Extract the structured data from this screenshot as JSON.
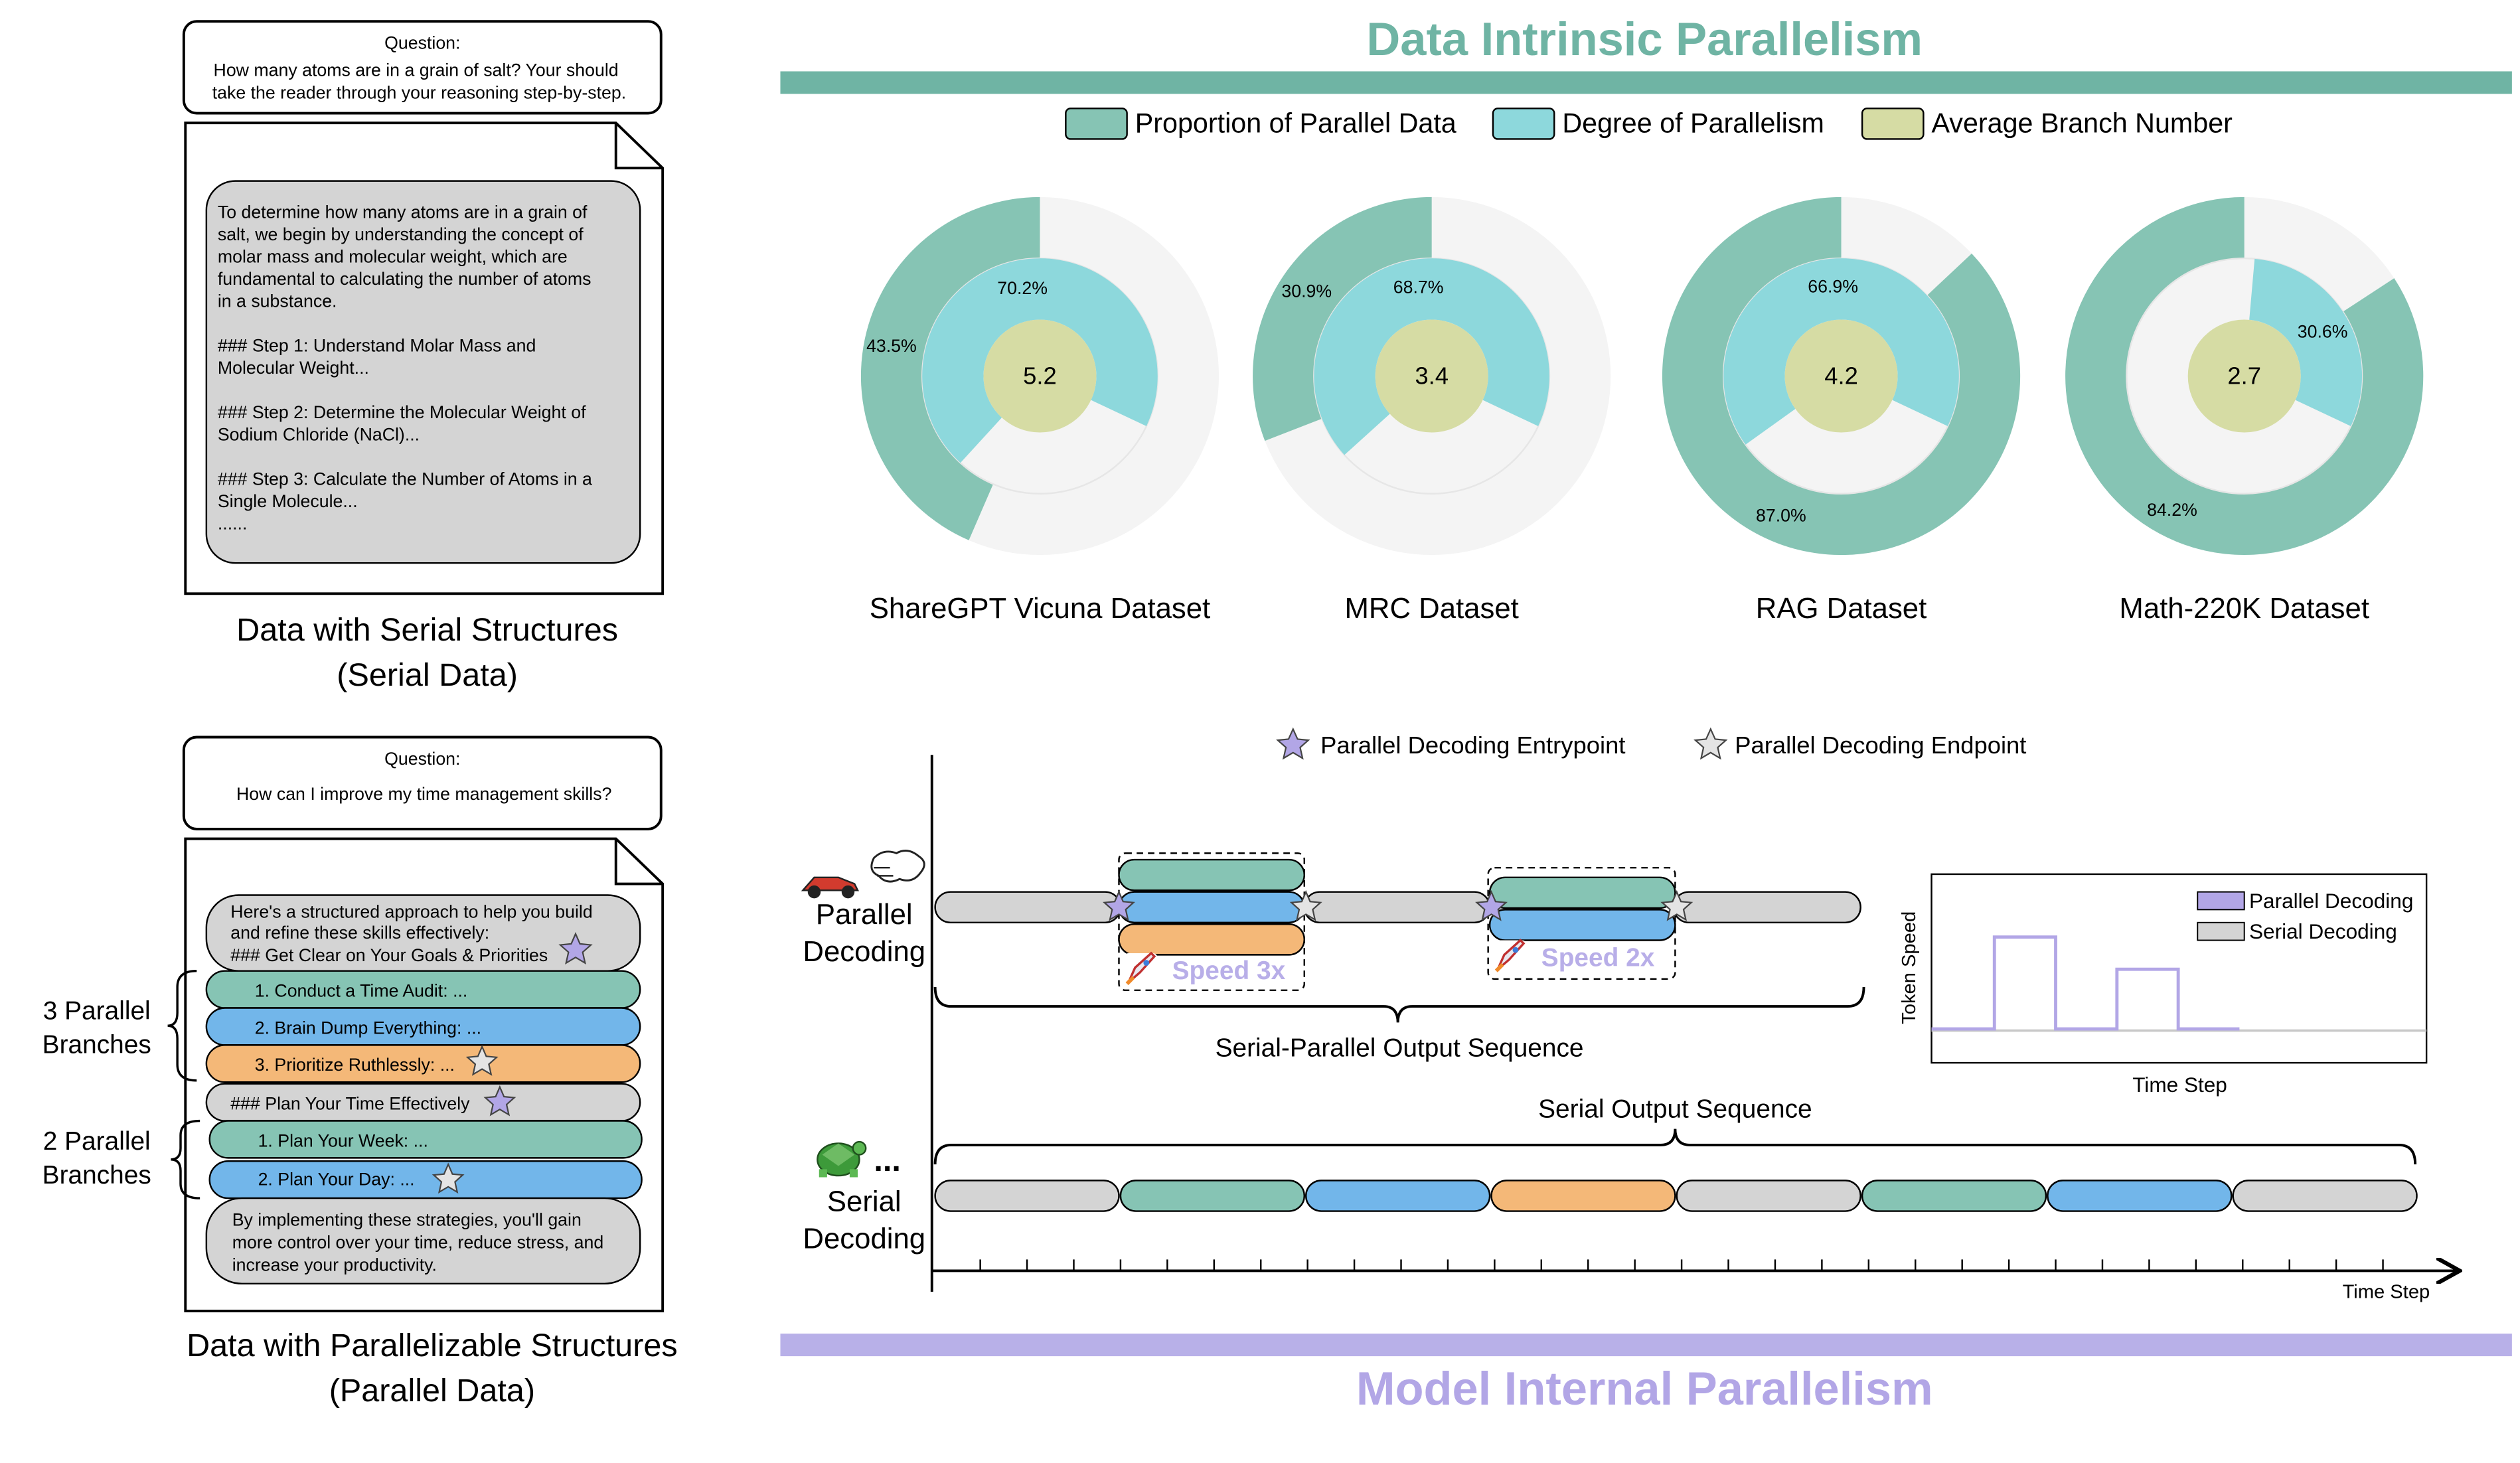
{
  "colors": {
    "teal": "#86c4b4",
    "cyan": "#8dd8dc",
    "olive": "#d6dca4",
    "blue": "#72b6ea",
    "orange": "#f4b878",
    "gray": "#d4d4d4",
    "purple": "#b2a6e6",
    "light": "#f4f4f4"
  },
  "serial_panel": {
    "question_title": "Question:",
    "question_line1": "How many atoms are in a grain of salt? Your  should",
    "question_line2": "take the reader through your reasoning step-by-step.",
    "answer_lines": [
      "To determine how many atoms are in a grain of",
      "salt, we begin by understanding the concept of",
      "molar mass and molecular weight, which are",
      "fundamental to calculating the number of atoms",
      "in a substance.",
      "",
      "### Step 1: Understand Molar Mass and",
      "Molecular Weight...",
      "",
      "### Step 2: Determine the Molecular Weight of",
      "Sodium Chloride (NaCl)...",
      "",
      "### Step 3: Calculate the Number of Atoms in a",
      "Single Molecule...",
      "......"
    ],
    "caption_line1": "Data with Serial Structures",
    "caption_line2": "(Serial Data)"
  },
  "parallel_panel": {
    "question_title": "Question:",
    "question_text": "How can I improve my time management skills?",
    "intro_lines": [
      "Here's a structured approach to help you build",
      "and refine these skills effectively:",
      "### Get Clear on Your Goals & Priorities"
    ],
    "branches_a": [
      "1. Conduct a Time Audit: ...",
      "2. Brain Dump Everything:  ...",
      "3. Prioritize Ruthlessly: ..."
    ],
    "middle": "### Plan Your Time Effectively",
    "branches_b": [
      "1. Plan Your Week: ...",
      "2. Plan Your Day:  ..."
    ],
    "outro_lines": [
      "By implementing these strategies, you'll gain",
      "more control over your time, reduce stress, and",
      "increase your productivity."
    ],
    "brace_label_a": [
      "3 Parallel",
      "Branches"
    ],
    "brace_label_b": [
      "2 Parallel",
      "Branches"
    ],
    "caption_line1": "Data with Parallelizable Structures",
    "caption_line2": "(Parallel Data)"
  },
  "top_section": {
    "title": "Data Intrinsic Parallelism",
    "legend": [
      "Proportion of Parallel Data",
      "Degree of Parallelism",
      "Average Branch Number"
    ]
  },
  "chart_data": [
    {
      "type": "pie",
      "name": "ShareGPT Vicuna Dataset",
      "proportion_parallel_data_pct": 43.5,
      "degree_of_parallelism_pct": 70.2,
      "average_branch_number": 5.2,
      "outer_label": "43.5%",
      "inner_label": "70.2%",
      "center_label": "5.2"
    },
    {
      "type": "pie",
      "name": "MRC Dataset",
      "proportion_parallel_data_pct": 30.9,
      "degree_of_parallelism_pct": 68.7,
      "average_branch_number": 3.4,
      "outer_label": "30.9%",
      "inner_label": "68.7%",
      "center_label": "3.4"
    },
    {
      "type": "pie",
      "name": "RAG Dataset",
      "proportion_parallel_data_pct": 87.0,
      "degree_of_parallelism_pct": 66.9,
      "average_branch_number": 4.2,
      "outer_label": "87.0%",
      "inner_label": "66.9%",
      "center_label": "4.2"
    },
    {
      "type": "pie",
      "name": "Math-220K Dataset",
      "proportion_parallel_data_pct": 84.2,
      "degree_of_parallelism_pct": 30.6,
      "average_branch_number": 2.7,
      "outer_label": "84.2%",
      "inner_label": "30.6%",
      "center_label": "2.7"
    }
  ],
  "bottom_section": {
    "title": "Model Internal Parallelism",
    "legend_entry": "Parallel Decoding Entrypoint",
    "legend_end": "Parallel Decoding Endpoint",
    "parallel_label": [
      "Parallel",
      "Decoding"
    ],
    "serial_label": [
      "Serial",
      "Decoding"
    ],
    "speed3": "Speed 3x",
    "speed2": "Speed 2x",
    "sp_sequence": "Serial-Parallel Output Sequence",
    "serial_sequence": "Serial Output Sequence",
    "axis_label": "Time Step",
    "ellipsis": "...",
    "inset": {
      "ylabel": "Token Speed",
      "xlabel": "Time Step",
      "legend": [
        "Parallel Decoding",
        "Serial Decoding"
      ]
    }
  }
}
